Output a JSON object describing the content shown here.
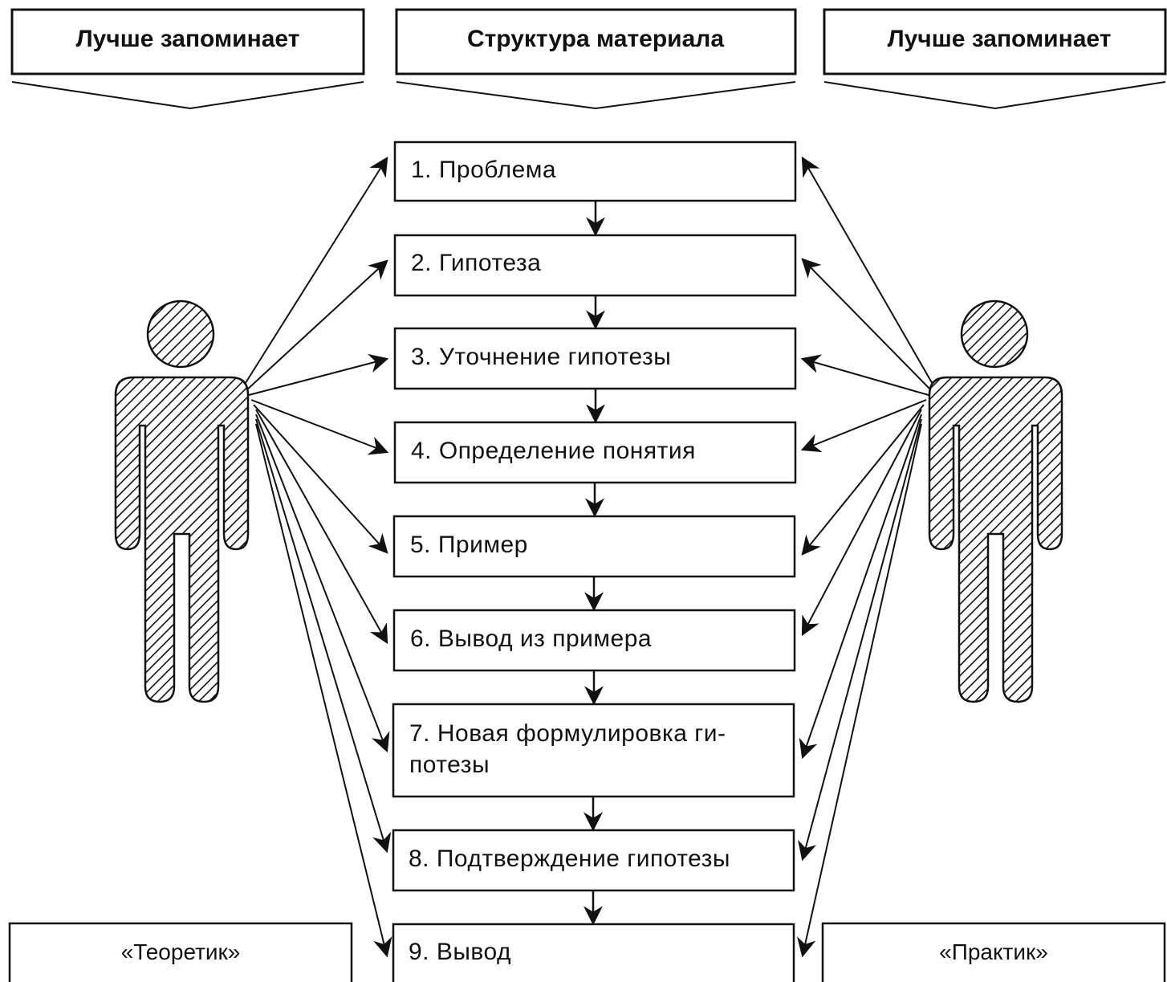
{
  "headers": {
    "left": "Лучше запоминает",
    "center": "Структура материала",
    "right": "Лучше запоминает"
  },
  "steps": [
    {
      "label": "1. Проблема"
    },
    {
      "label": "2. Гипотеза"
    },
    {
      "label": "3. Уточнение гипотезы"
    },
    {
      "label": "4. Определение понятия"
    },
    {
      "label": "5. Пример"
    },
    {
      "label": "6. Вывод из примера"
    },
    {
      "label": "7. Новая формулировка ги-",
      "label_line2": "потезы"
    },
    {
      "label": "8. Подтверждение гипотезы"
    },
    {
      "label": "9. Вывод"
    }
  ],
  "roles": {
    "left": "«Теоретик»",
    "right": "«Практик»"
  },
  "icons": {
    "left_figure": "person-hatched-icon",
    "right_figure": "person-hatched-icon"
  },
  "colors": {
    "ink": "#111111",
    "background": "#ffffff"
  }
}
